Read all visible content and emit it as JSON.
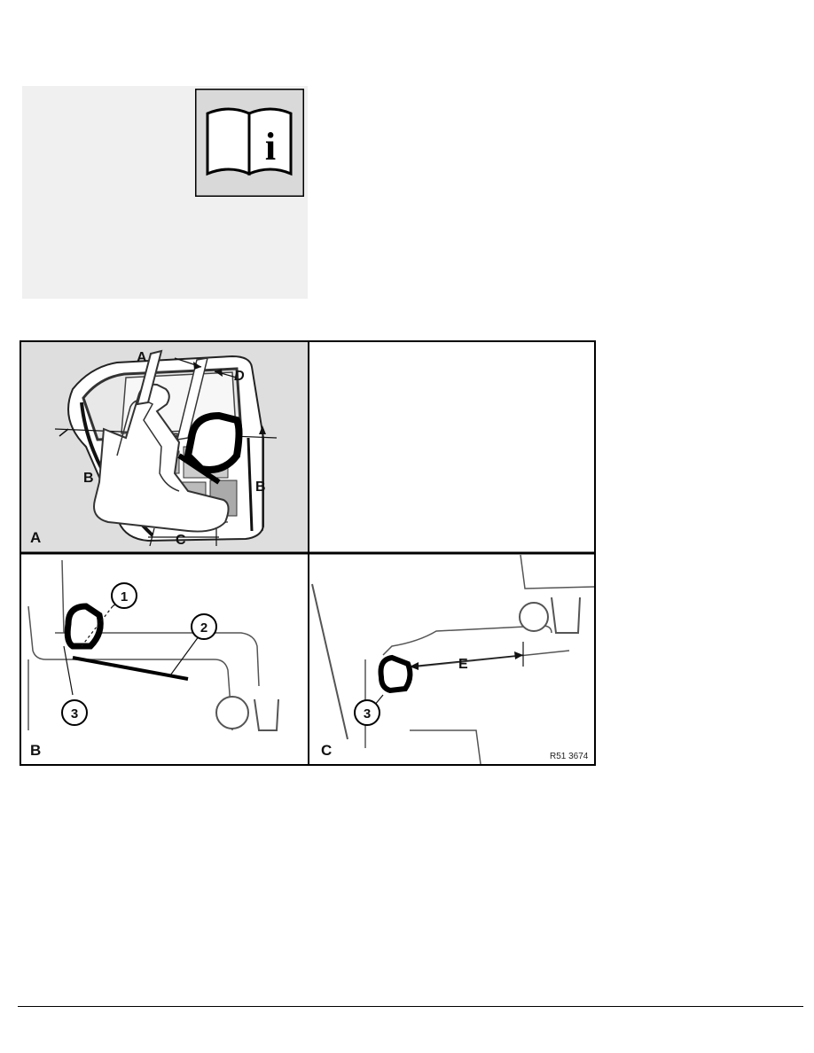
{
  "info_icon": {
    "icon": "manual-info-book-icon",
    "glyph": "i"
  },
  "figure": {
    "panels": [
      {
        "id": "overview",
        "labels": {
          "top": "A",
          "left": "B",
          "right": "B",
          "bottom": "C"
        }
      },
      {
        "id": "A",
        "panel_letter": "A",
        "labels": {
          "dimension": "D"
        }
      },
      {
        "id": "B",
        "panel_letter": "B",
        "callouts": [
          "1",
          "2",
          "3"
        ]
      },
      {
        "id": "C",
        "panel_letter": "C",
        "callouts": [
          "3"
        ],
        "labels": {
          "dimension": "E"
        }
      }
    ],
    "reference_code": "R51 3674"
  },
  "colors": {
    "panel_bg": "#dedede",
    "line": "#111111",
    "info_panel_bg": "#f0f0f0"
  }
}
